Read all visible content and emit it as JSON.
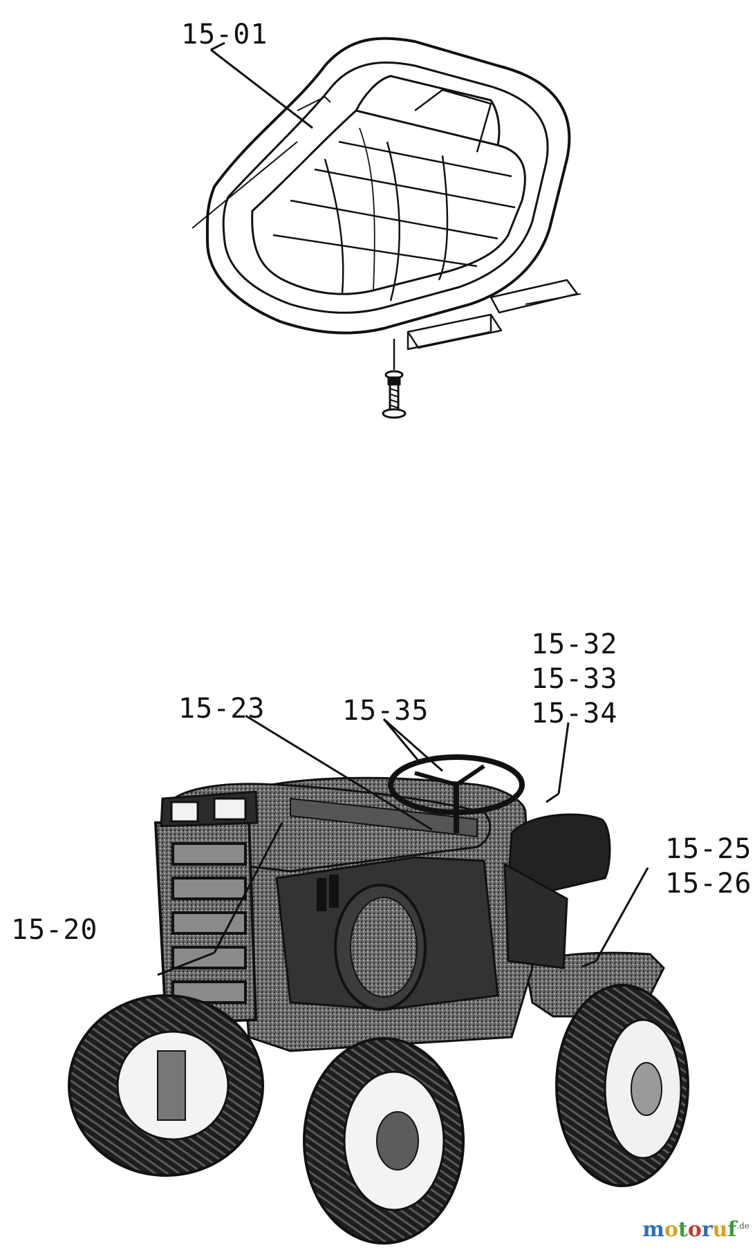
{
  "callouts": {
    "seat": "15-01",
    "p1532": "15-32",
    "p1533": "15-33",
    "p1534": "15-34",
    "p1523": "15-23",
    "p1535": "15-35",
    "p1525": "15-25",
    "p1526": "15-26",
    "p1520": "15-20"
  },
  "watermark": {
    "letters": [
      "m",
      "o",
      "t",
      "o",
      "r",
      "u",
      "f"
    ],
    "colors": [
      "#2a6fb8",
      "#d8a21a",
      "#3c9a3c",
      "#c23a2c",
      "#2a6fb8",
      "#d8a21a",
      "#3c9a3c"
    ],
    "suffix": ".de"
  }
}
